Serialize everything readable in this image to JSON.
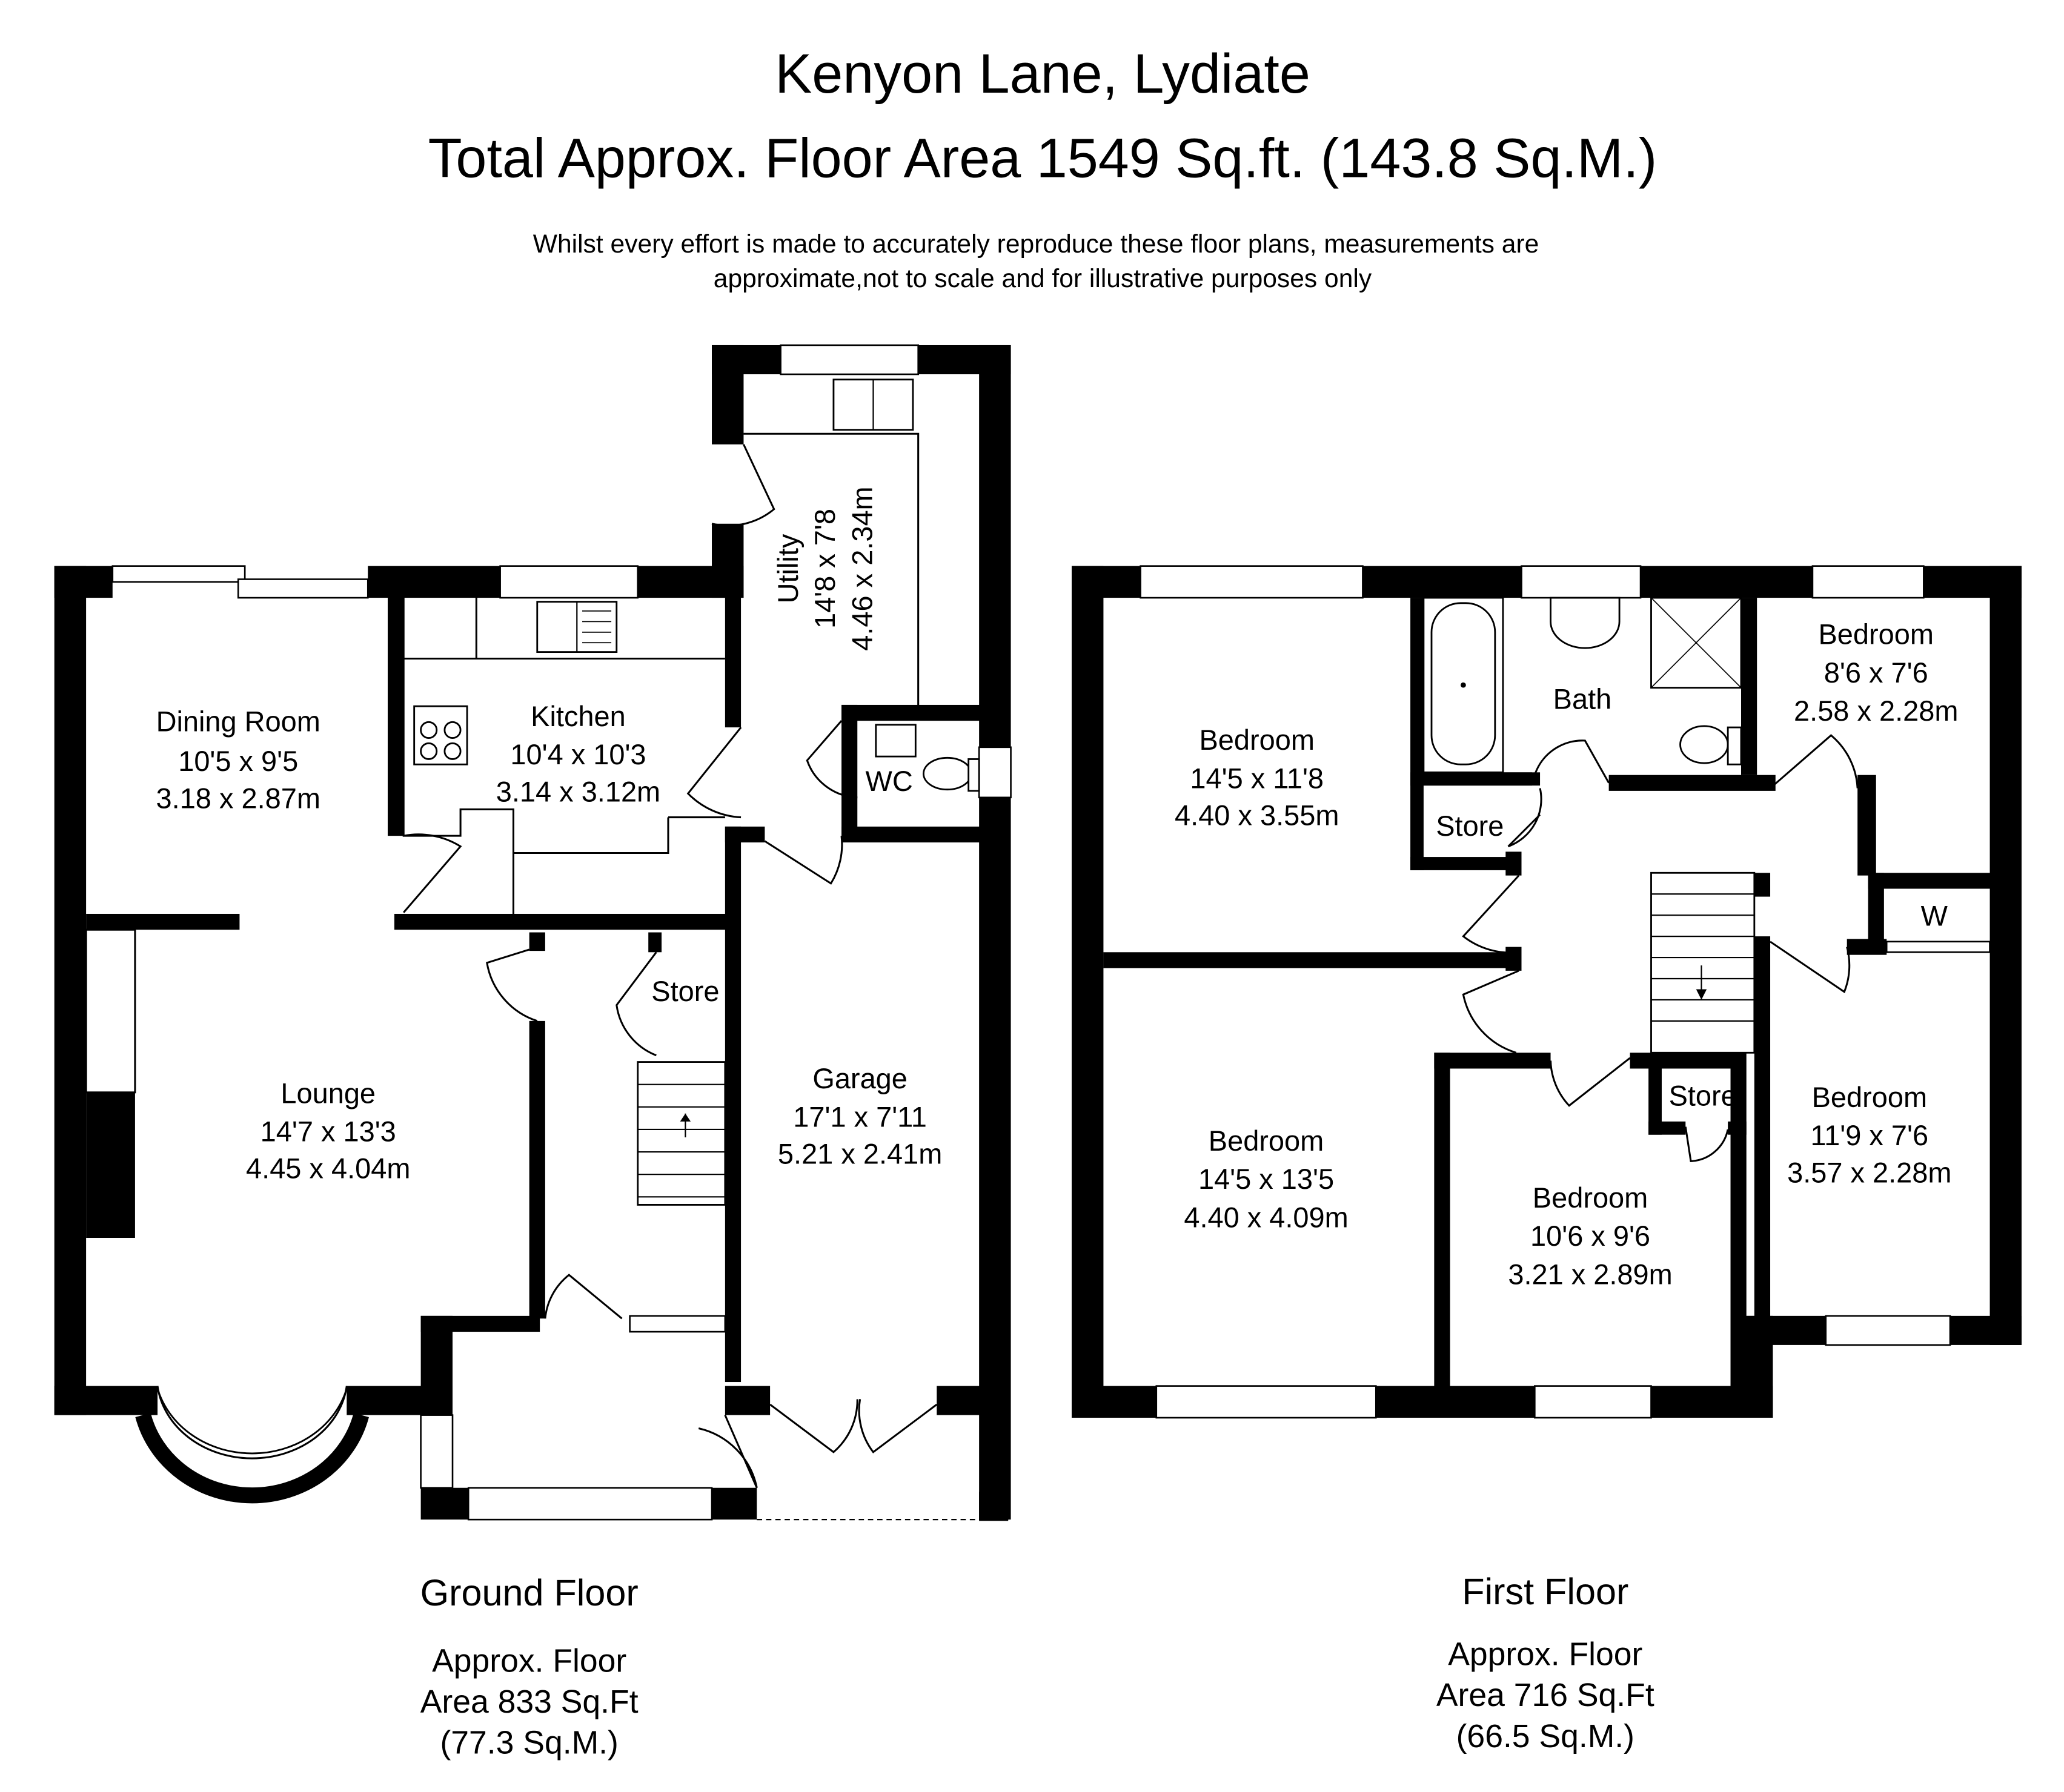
{
  "header": {
    "title": "Kenyon Lane, Lydiate",
    "subtitle": "Total Approx. Floor Area 1549 Sq.ft. (143.8 Sq.M.)",
    "disclaimer_line1": "Whilst every effort is made to accurately reproduce these floor plans, measurements are",
    "disclaimer_line2": "approximate,not to scale and for illustrative purposes only"
  },
  "ground_floor": {
    "name": "Ground Floor",
    "area_line1": "Approx. Floor",
    "area_line2": "Area 833 Sq.Ft",
    "area_line3": "(77.3 Sq.M.)",
    "rooms": {
      "dining": {
        "name": "Dining Room",
        "imperial": "10'5 x 9'5",
        "metric": "3.18 x 2.87m"
      },
      "kitchen": {
        "name": "Kitchen",
        "imperial": "10'4 x 10'3",
        "metric": "3.14 x 3.12m"
      },
      "utility": {
        "name": "Utility",
        "imperial": "14'8 x 7'8",
        "metric": "4.46 x 2.34m"
      },
      "wc": {
        "name": "WC"
      },
      "lounge": {
        "name": "Lounge",
        "imperial": "14'7 x 13'3",
        "metric": "4.45 x 4.04m"
      },
      "store": {
        "name": "Store"
      },
      "garage": {
        "name": "Garage",
        "imperial": "17'1 x 7'11",
        "metric": "5.21 x 2.41m"
      }
    }
  },
  "first_floor": {
    "name": "First Floor",
    "area_line1": "Approx. Floor",
    "area_line2": "Area 716 Sq.Ft",
    "area_line3": "(66.5 Sq.M.)",
    "rooms": {
      "bed1": {
        "name": "Bedroom",
        "imperial": "14'5 x 11'8",
        "metric": "4.40 x 3.55m"
      },
      "bath": {
        "name": "Bath"
      },
      "bed2": {
        "name": "Bedroom",
        "imperial": "8'6 x 7'6",
        "metric": "2.58 x 2.28m"
      },
      "store1": {
        "name": "Store"
      },
      "w": {
        "name": "W"
      },
      "bed3": {
        "name": "Bedroom",
        "imperial": "14'5 x 13'5",
        "metric": "4.40 x 4.09m"
      },
      "store2": {
        "name": "Store"
      },
      "bed4": {
        "name": "Bedroom",
        "imperial": "11'9 x 7'6",
        "metric": "3.57 x 2.28m"
      },
      "bed5": {
        "name": "Bedroom",
        "imperial": "10'6 x 9'6",
        "metric": "3.21 x 2.89m"
      }
    }
  }
}
